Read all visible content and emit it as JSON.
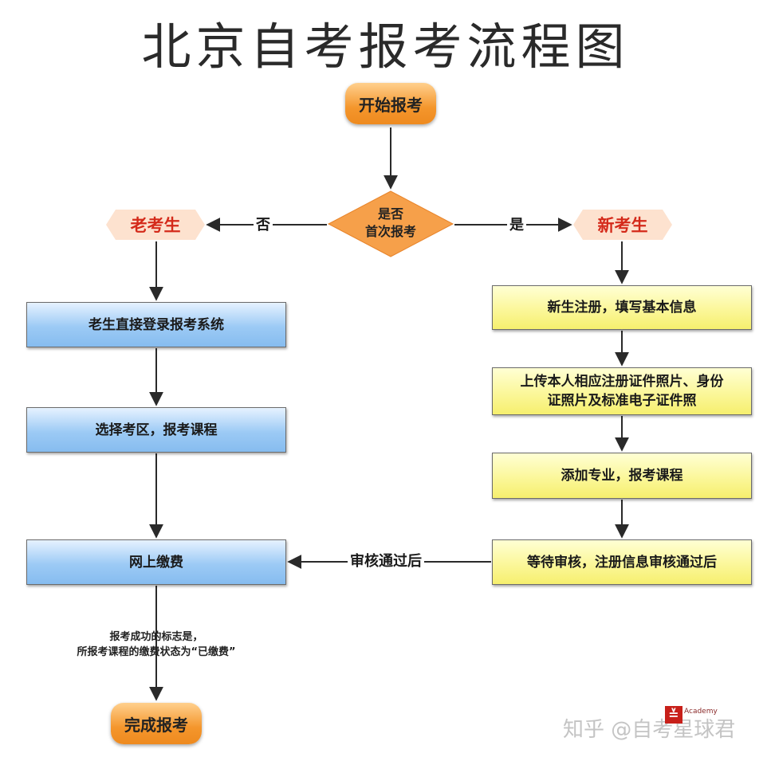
{
  "title": "北京自考报考流程图",
  "nodes": {
    "start": "开始报考",
    "decision_line1": "是否",
    "decision_line2": "首次报考",
    "old": "老考生",
    "new": "新考生",
    "old_step1": "老生直接登录报考系统",
    "old_step2": "选择考区，报考课程",
    "pay": "网上缴费",
    "new_step1": "新生注册，填写基本信息",
    "new_step2_line1": "上传本人相应注册证件照片、身份",
    "new_step2_line2": "证照片及标准电子证件照",
    "new_step3": "添加专业，报考课程",
    "new_step4": "等待审核，注册信息审核通过后",
    "finish": "完成报考"
  },
  "edges": {
    "no": "否",
    "yes": "是",
    "approved": "审核通过后"
  },
  "note": {
    "line1": "报考成功的标志是，",
    "line2": "所报考课程的缴费状态为“已缴费”"
  },
  "watermark": {
    "text": "知乎 @自考星球君",
    "badge": "Academy"
  },
  "colors": {
    "terminal": "#f4962c",
    "old_box": "#9ccaf5",
    "new_box": "#fbf79a",
    "hex": "#fde2cf",
    "hex_text": "#d42a1a"
  }
}
